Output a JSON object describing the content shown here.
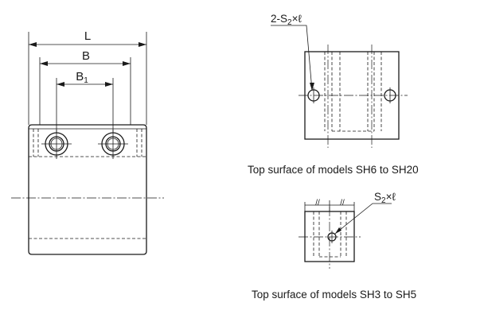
{
  "front_view": {
    "dim_L": "L",
    "dim_B": "B",
    "dim_B1": "B",
    "dim_B1_sub": "1"
  },
  "top_view_large": {
    "callout_prefix": "2-S",
    "callout_sub": "2",
    "callout_suffix": "×ℓ",
    "caption": "Top surface of models SH6 to SH20"
  },
  "top_view_small": {
    "callout_prefix": "S",
    "callout_sub": "2",
    "callout_suffix": "×ℓ",
    "caption": "Top surface of models SH3 to SH5"
  },
  "colors": {
    "ink": "#1a1a1a",
    "background": "#ffffff"
  }
}
